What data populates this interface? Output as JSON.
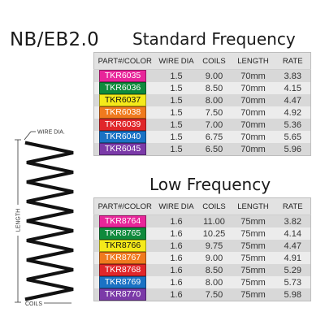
{
  "model": "NB/EB2.0",
  "headers": [
    "PART#/COLOR",
    "WIRE DIA",
    "COILS",
    "LENGTH",
    "RATE"
  ],
  "standard": {
    "title": "Standard Frequency",
    "rows": [
      {
        "part": "TKR6035",
        "color": "#e8259a",
        "wire": "1.5",
        "coils": "9.00",
        "length": "70mm",
        "rate": "3.83"
      },
      {
        "part": "TKR6036",
        "color": "#0f8a3c",
        "wire": "1.5",
        "coils": "8.50",
        "length": "70mm",
        "rate": "4.15"
      },
      {
        "part": "TKR6037",
        "color": "#f5ea1a",
        "wire": "1.5",
        "coils": "8.00",
        "length": "70mm",
        "rate": "4.47"
      },
      {
        "part": "TKR6038",
        "color": "#f07a1e",
        "wire": "1.5",
        "coils": "7.50",
        "length": "70mm",
        "rate": "4.92"
      },
      {
        "part": "TKR6039",
        "color": "#e0262a",
        "wire": "1.5",
        "coils": "7.00",
        "length": "70mm",
        "rate": "5.36"
      },
      {
        "part": "TKR6040",
        "color": "#1a72c4",
        "wire": "1.5",
        "coils": "6.75",
        "length": "70mm",
        "rate": "5.65"
      },
      {
        "part": "TKR6045",
        "color": "#7b3aa8",
        "wire": "1.5",
        "coils": "6.50",
        "length": "70mm",
        "rate": "5.96"
      }
    ]
  },
  "low": {
    "title": "Low Frequency",
    "rows": [
      {
        "part": "TKR8764",
        "color": "#e8259a",
        "wire": "1.6",
        "coils": "11.00",
        "length": "75mm",
        "rate": "3.82"
      },
      {
        "part": "TKR8765",
        "color": "#0f8a3c",
        "wire": "1.6",
        "coils": "10.25",
        "length": "75mm",
        "rate": "4.14"
      },
      {
        "part": "TKR8766",
        "color": "#f5ea1a",
        "wire": "1.6",
        "coils": "9.75",
        "length": "75mm",
        "rate": "4.47"
      },
      {
        "part": "TKR8767",
        "color": "#f07a1e",
        "wire": "1.6",
        "coils": "9.00",
        "length": "75mm",
        "rate": "4.91"
      },
      {
        "part": "TKR8768",
        "color": "#e0262a",
        "wire": "1.6",
        "coils": "8.50",
        "length": "75mm",
        "rate": "5.29"
      },
      {
        "part": "TKR8769",
        "color": "#1a72c4",
        "wire": "1.6",
        "coils": "8.00",
        "length": "75mm",
        "rate": "5.73"
      },
      {
        "part": "TKR8770",
        "color": "#7b3aa8",
        "wire": "1.6",
        "coils": "7.50",
        "length": "75mm",
        "rate": "5.98"
      }
    ]
  },
  "diagram": {
    "wire_label": "WIRE DIA.",
    "length_label": "LENGTH",
    "coils_label": "COILS"
  }
}
